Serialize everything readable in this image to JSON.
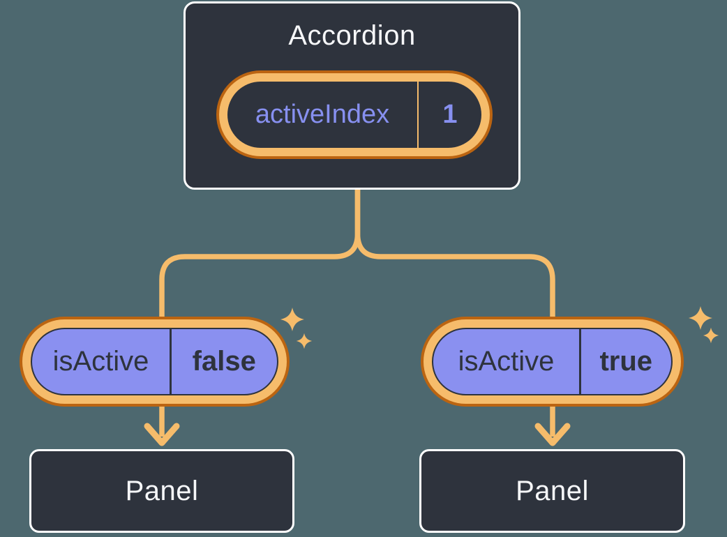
{
  "root_node": {
    "title": "Accordion",
    "state": {
      "name": "activeIndex",
      "value": "1"
    }
  },
  "panels": [
    {
      "prop_name": "isActive",
      "prop_value": "false",
      "title": "Panel"
    },
    {
      "prop_name": "isActive",
      "prop_value": "true",
      "title": "Panel"
    }
  ],
  "icons": {
    "sparkle": "four-point sparkle",
    "arrow": "downward arrow"
  },
  "colors": {
    "background": "#4d686f",
    "node_fill": "#2e333d",
    "node_border": "#ffffff",
    "node_text": "#f6f7f9",
    "state_text": "#8790f0",
    "prop_pill_fill": "#8a90f0",
    "prop_text": "#2e333d",
    "wire_amber": "#f6bc6b",
    "ring_dark_orange": "#bb6411"
  }
}
